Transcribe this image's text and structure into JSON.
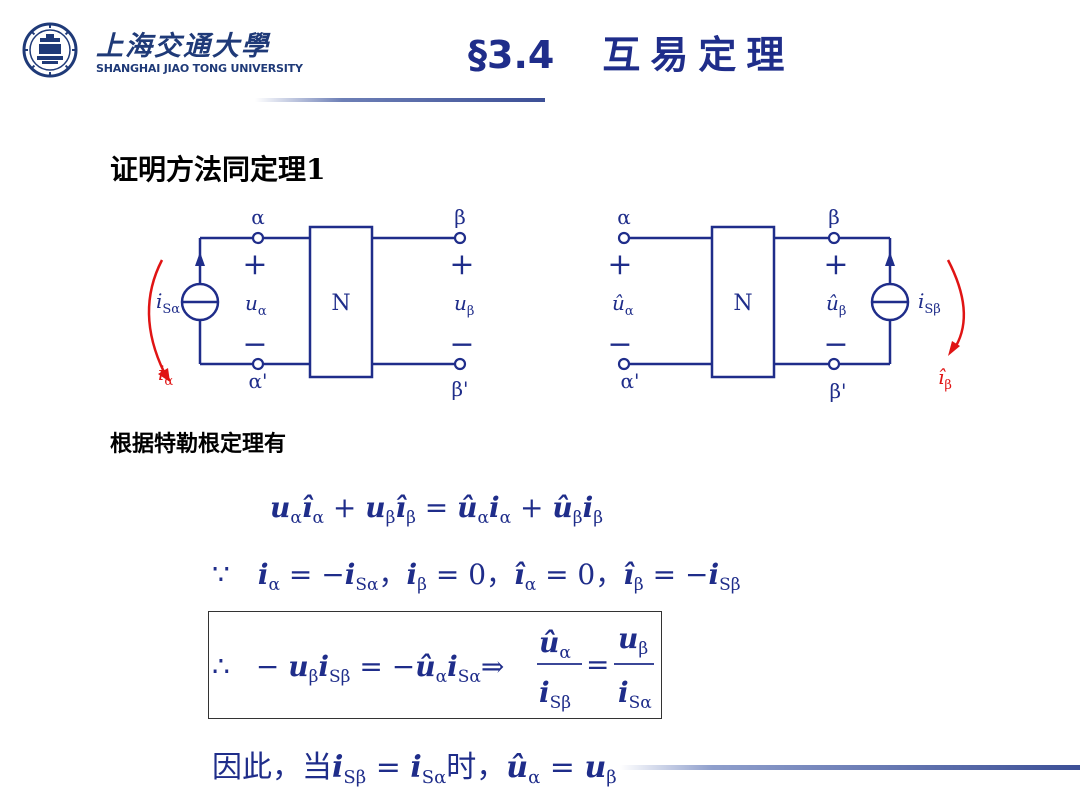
{
  "header": {
    "university_cn": "上海交通大學",
    "university_en": "SHANGHAI JIAO TONG UNIVERSITY",
    "title_number": "§3.4",
    "title_text": "互易定理"
  },
  "content": {
    "heading1": "证明方法同定理1",
    "heading2": "根据特勒根定理有"
  },
  "circuit_left": {
    "node_alpha": "α",
    "node_beta": "β",
    "node_alpha_prime": "α'",
    "node_beta_prime": "β'",
    "plus": "+",
    "minus": "−",
    "source": "i",
    "source_sub": "Sα",
    "u_alpha": "u",
    "u_alpha_sub": "α",
    "u_beta": "u",
    "u_beta_sub": "β",
    "network": "N",
    "current": "i",
    "current_sub": "α"
  },
  "circuit_right": {
    "node_alpha": "α",
    "node_beta": "β",
    "node_alpha_prime": "α'",
    "node_beta_prime": "β'",
    "plus": "+",
    "minus": "−",
    "source": "i",
    "source_sub": "Sβ",
    "u_alpha": "û",
    "u_alpha_sub": "α",
    "u_beta": "û",
    "u_beta_sub": "β",
    "network": "N",
    "current": "î",
    "current_sub": "β"
  },
  "equations": {
    "eq1": {
      "t1": "u",
      "t1s": "α",
      "t2": "î",
      "t2s": "α",
      "op1": " + ",
      "t3": "u",
      "t3s": "β",
      "t4": "î",
      "t4s": "β",
      "eq": " = ",
      "t5": "û",
      "t5s": "α",
      "t6": "i",
      "t6s": "α",
      "op2": " + ",
      "t7": "û",
      "t7s": "β",
      "t8": "i",
      "t8s": "β"
    },
    "eq2": {
      "because": "∵",
      "a": "i",
      "as": "α",
      "a_eq": " = −",
      "b": "i",
      "bs": "Sα",
      "sep1": "，",
      "c": "i",
      "cs": "β",
      "c_eq": " = 0",
      "sep2": "，",
      "d": "î",
      "ds": "α",
      "d_eq": " = 0",
      "sep3": "，",
      "e": "î",
      "es": "β",
      "e_eq": " = −",
      "f": "i",
      "fs": "Sβ"
    },
    "eq3": {
      "therefore": "∴",
      "lhs_sign": "− ",
      "a": "u",
      "as": "β",
      "b": "i",
      "bs": "Sβ",
      "eq": " = −",
      "c": "û",
      "cs": "α",
      "d": "i",
      "ds": "Sα",
      "implies": "⇒",
      "f1_num": "û",
      "f1_num_s": "α",
      "f1_den": "i",
      "f1_den_s": "Sβ",
      "feq": "=",
      "f2_num": "u",
      "f2_num_s": "β",
      "f2_den": "i",
      "f2_den_s": "Sα"
    },
    "eq4": {
      "prefix": "因此，当",
      "a": "i",
      "as": "Sβ",
      "eq": " = ",
      "b": "i",
      "bs": "Sα",
      "mid": "时，",
      "c": "û",
      "cs": "α",
      "eq2": " = ",
      "d": "u",
      "ds": "β"
    }
  }
}
